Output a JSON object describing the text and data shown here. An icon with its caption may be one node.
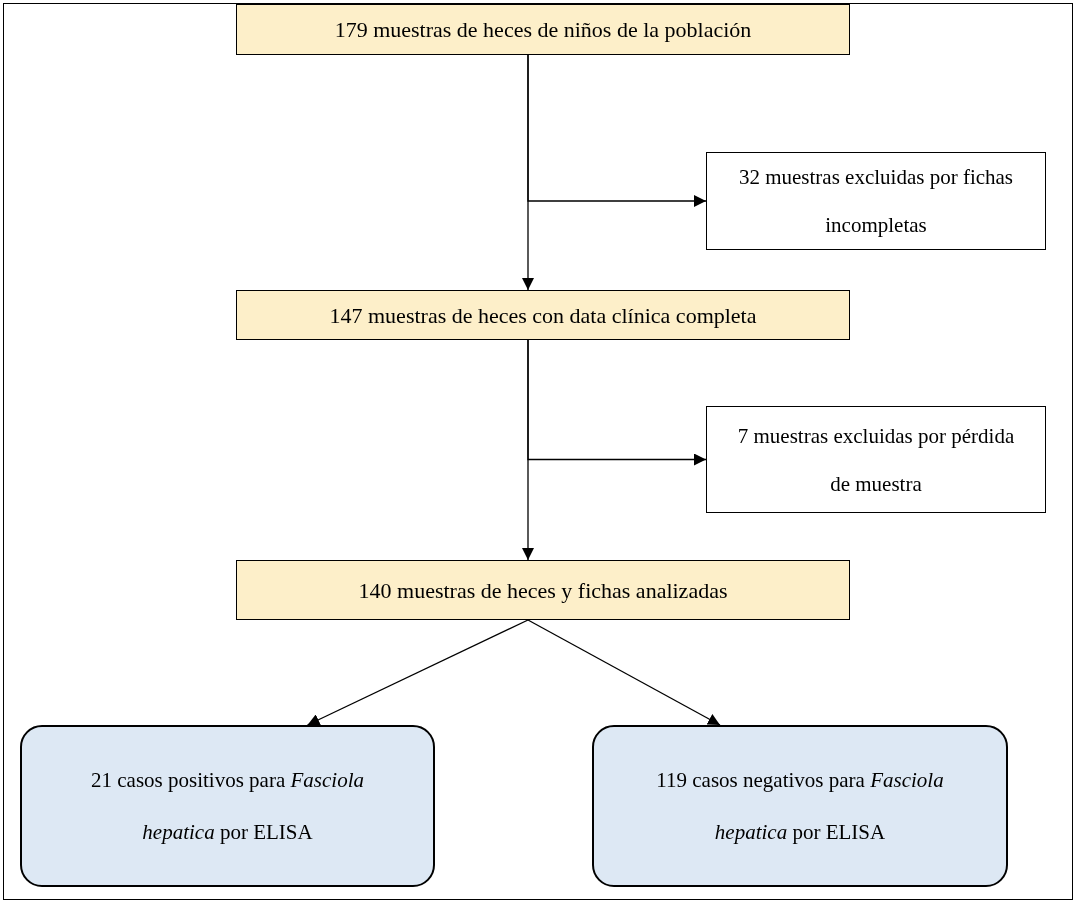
{
  "diagram": {
    "nodes": [
      {
        "text": [
          "179 muestras de heces de niños de la población"
        ]
      },
      {
        "text": [
          "32 muestras excluidas por fichas incompletas"
        ]
      },
      {
        "text": [
          "147 muestras de heces con data clínica completa"
        ]
      },
      {
        "text": [
          "7 muestras excluidas por pérdida de muestra"
        ]
      },
      {
        "text": [
          "140 muestras de heces y fichas analizadas"
        ]
      },
      {
        "text": [
          "21 casos positivos para *Fasciola hepatica* por ELISA"
        ]
      },
      {
        "text": [
          "119 casos negativos para *Fasciola hepatica* por ELISA"
        ]
      }
    ],
    "edges": [
      {
        "from": 0,
        "to": 2,
        "arrow": "to"
      },
      {
        "from": 0,
        "to": 1,
        "arrow": "to"
      },
      {
        "from": 2,
        "to": 4,
        "arrow": "to"
      },
      {
        "from": 2,
        "to": 3,
        "arrow": "to"
      },
      {
        "from": 4,
        "to": 5,
        "arrow": "to"
      },
      {
        "from": 4,
        "to": 6,
        "arrow": "to"
      }
    ]
  }
}
